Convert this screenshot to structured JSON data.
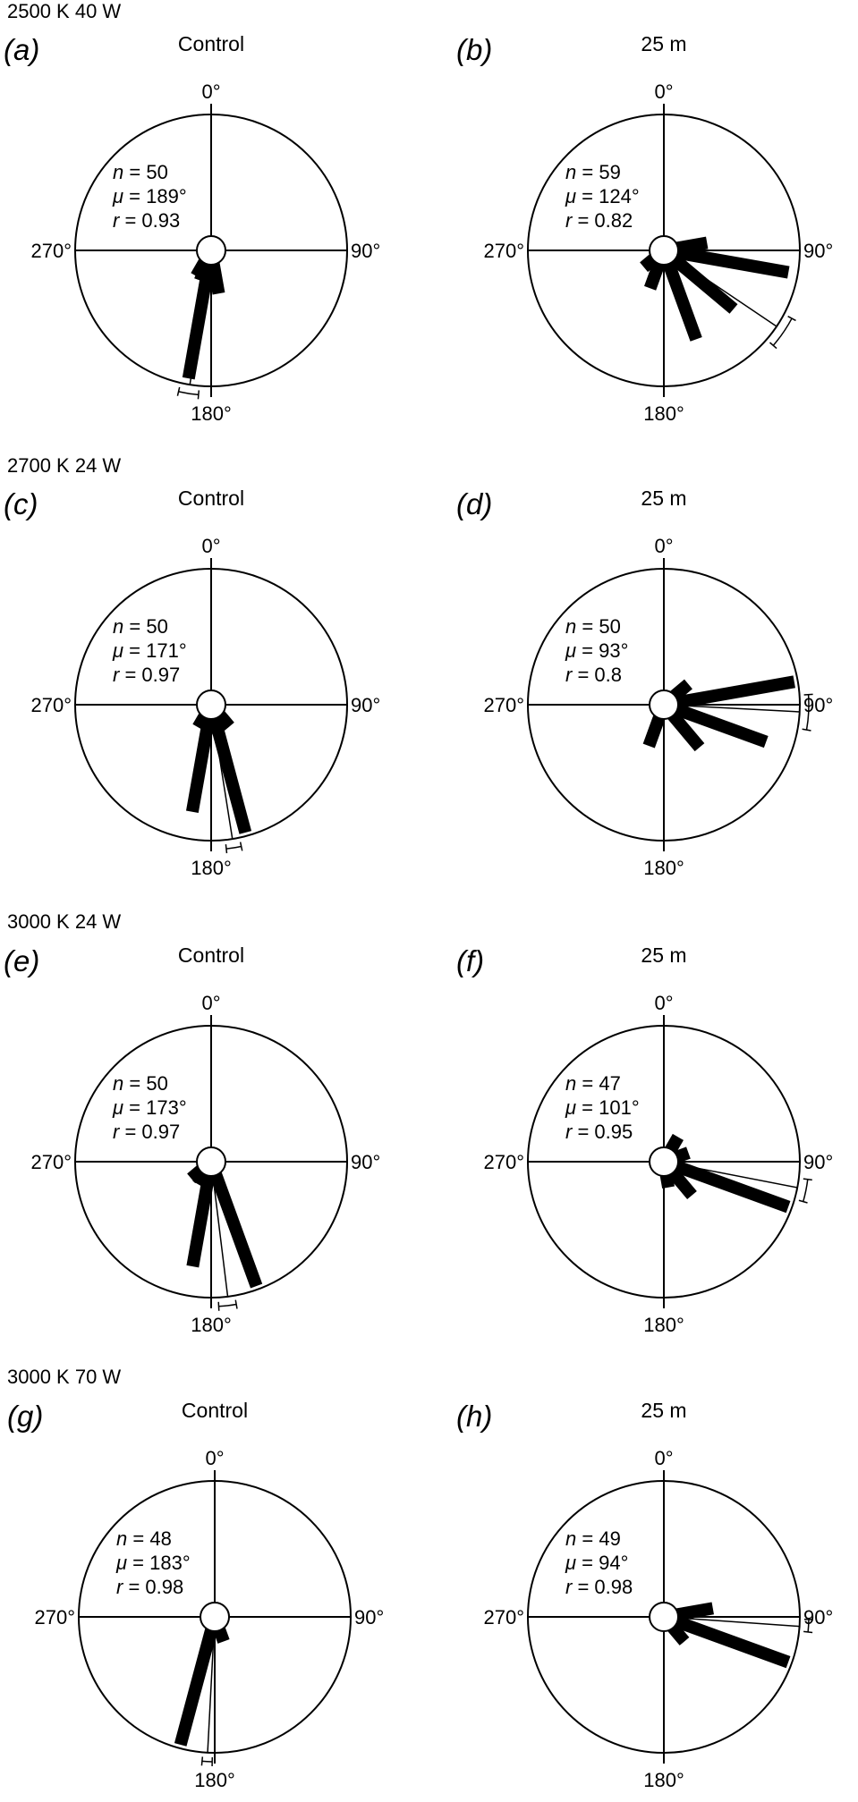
{
  "chart_data": [
    {
      "type": "circular-rose",
      "group": "2500 K 40 W",
      "panel": "a",
      "title": "Control",
      "n": "50",
      "mu": "189°",
      "r": "0.93",
      "mean_deg": 189,
      "ci_deg": [
        185,
        193
      ],
      "bars": [
        {
          "dir": 170,
          "len": 0.25
        },
        {
          "dir": 180,
          "len": 0.15
        },
        {
          "dir": 190,
          "len": 0.98
        },
        {
          "dir": 200,
          "len": 0.15
        },
        {
          "dir": 210,
          "len": 0.13
        }
      ],
      "axis_labels": [
        "0°",
        "90°",
        "180°",
        "270°"
      ]
    },
    {
      "type": "circular-rose",
      "group": "2500 K 40 W",
      "panel": "b",
      "title": "25 m",
      "n": "59",
      "mu": "124°",
      "r": "0.82",
      "mean_deg": 124,
      "ci_deg": [
        118,
        131
      ],
      "bars": [
        {
          "dir": 80,
          "len": 0.25
        },
        {
          "dir": 100,
          "len": 0.95
        },
        {
          "dir": 130,
          "len": 0.65
        },
        {
          "dir": 160,
          "len": 0.68
        },
        {
          "dir": 200,
          "len": 0.22
        },
        {
          "dir": 230,
          "len": 0.1
        }
      ],
      "axis_labels": [
        "0°",
        "90°",
        "180°",
        "270°"
      ]
    },
    {
      "type": "circular-rose",
      "group": "2700 K 24 W",
      "panel": "c",
      "title": "Control",
      "n": "50",
      "mu": "171°",
      "r": "0.97",
      "mean_deg": 171,
      "ci_deg": [
        168,
        174
      ],
      "bars": [
        {
          "dir": 140,
          "len": 0.12
        },
        {
          "dir": 165,
          "len": 1.0
        },
        {
          "dir": 190,
          "len": 0.8
        },
        {
          "dir": 210,
          "len": 0.1
        }
      ],
      "axis_labels": [
        "0°",
        "90°",
        "180°",
        "270°"
      ]
    },
    {
      "type": "circular-rose",
      "group": "2700 K 24 W",
      "panel": "d",
      "title": "25 m",
      "n": "50",
      "mu": "93°",
      "r": "0.8",
      "mean_deg": 93,
      "ci_deg": [
        86,
        100
      ],
      "bars": [
        {
          "dir": 50,
          "len": 0.15
        },
        {
          "dir": 80,
          "len": 1.0
        },
        {
          "dir": 110,
          "len": 0.8
        },
        {
          "dir": 140,
          "len": 0.35
        },
        {
          "dir": 200,
          "len": 0.25
        }
      ],
      "axis_labels": [
        "0°",
        "90°",
        "180°",
        "270°"
      ]
    },
    {
      "type": "circular-rose",
      "group": "3000 K 24 W",
      "panel": "e",
      "title": "Control",
      "n": "50",
      "mu": "173°",
      "r": "0.97",
      "mean_deg": 173,
      "ci_deg": [
        170,
        177
      ],
      "bars": [
        {
          "dir": 160,
          "len": 1.0
        },
        {
          "dir": 190,
          "len": 0.78
        },
        {
          "dir": 210,
          "len": 0.1
        },
        {
          "dir": 230,
          "len": 0.1
        }
      ],
      "axis_labels": [
        "0°",
        "90°",
        "180°",
        "270°"
      ]
    },
    {
      "type": "circular-rose",
      "group": "3000 K 24 W",
      "panel": "f",
      "title": "25 m",
      "n": "47",
      "mu": "101°",
      "r": "0.95",
      "mean_deg": 101,
      "ci_deg": [
        97,
        106
      ],
      "bars": [
        {
          "dir": 30,
          "len": 0.12
        },
        {
          "dir": 70,
          "len": 0.1
        },
        {
          "dir": 110,
          "len": 1.0
        },
        {
          "dir": 140,
          "len": 0.25
        },
        {
          "dir": 170,
          "len": 0.1
        }
      ],
      "axis_labels": [
        "0°",
        "90°",
        "180°",
        "270°"
      ]
    },
    {
      "type": "circular-rose",
      "group": "3000 K 70 W",
      "panel": "g",
      "title": "Control",
      "n": "48",
      "mu": "183°",
      "r": "0.98",
      "mean_deg": 183,
      "ci_deg": [
        181,
        185
      ],
      "bars": [
        {
          "dir": 160,
          "len": 0.1
        },
        {
          "dir": 195,
          "len": 1.0
        }
      ],
      "axis_labels": [
        "0°",
        "90°",
        "180°",
        "270°"
      ]
    },
    {
      "type": "circular-rose",
      "group": "3000 K 70 W",
      "panel": "h",
      "title": "25 m",
      "n": "49",
      "mu": "94°",
      "r": "0.98",
      "mean_deg": 94,
      "ci_deg": [
        91,
        96
      ],
      "bars": [
        {
          "dir": 80,
          "len": 0.3
        },
        {
          "dir": 110,
          "len": 1.0
        },
        {
          "dir": 140,
          "len": 0.15
        }
      ],
      "axis_labels": [
        "0°",
        "90°",
        "180°",
        "270°"
      ]
    }
  ],
  "style": {
    "ink": "#000000",
    "background": "#ffffff"
  }
}
